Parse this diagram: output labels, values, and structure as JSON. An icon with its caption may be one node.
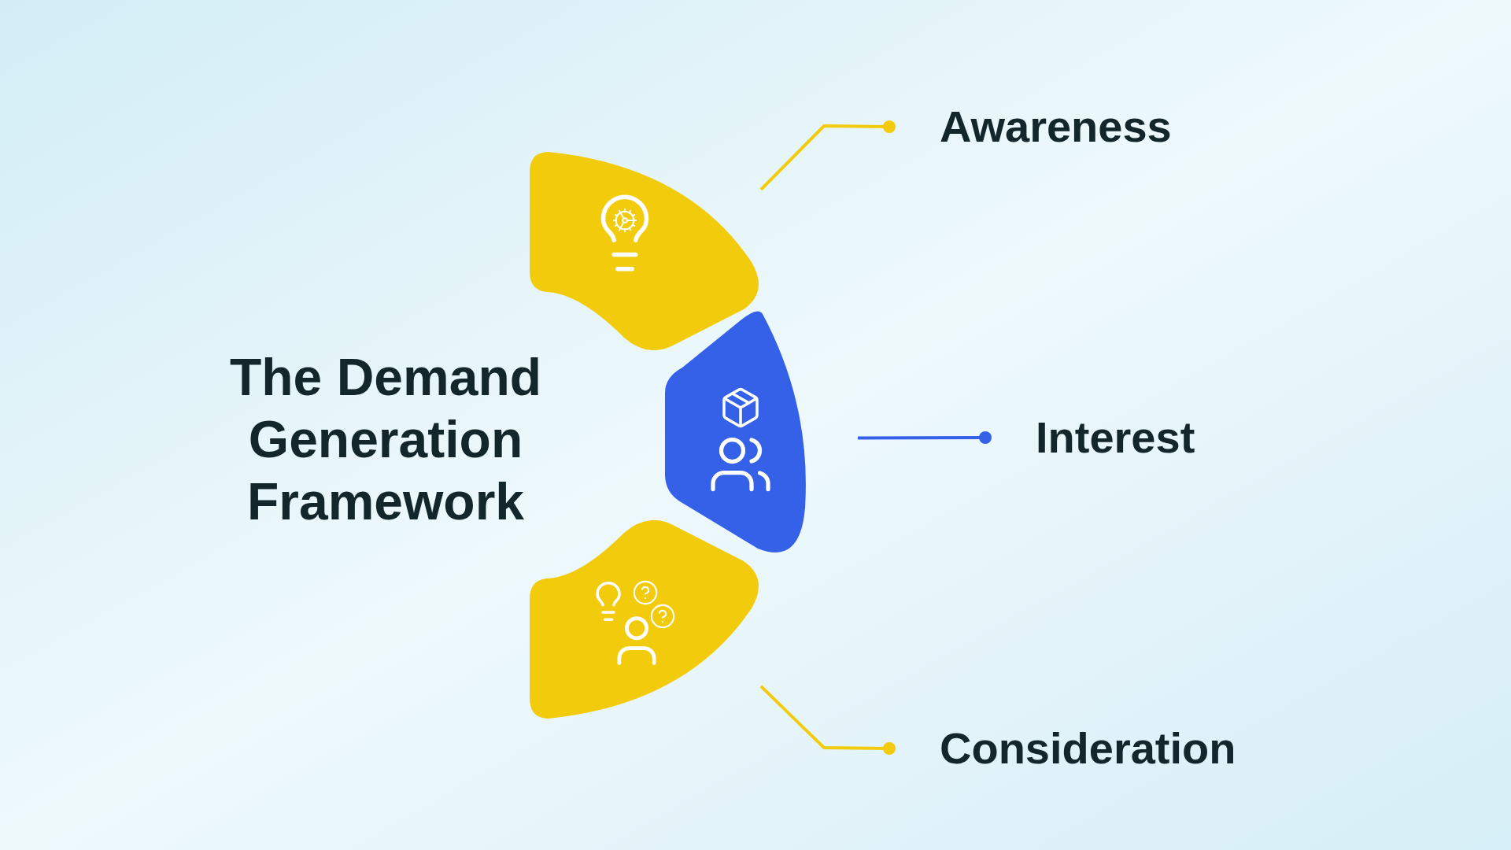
{
  "diagram": {
    "title": "The Demand Generation Framework",
    "nodes": [
      {
        "text": [],
        "shape": "box"
      },
      {
        "text": [],
        "shape": "box"
      },
      {
        "text": [],
        "shape": "box"
      },
      {
        "text": [
          "Awareness"
        ]
      },
      {
        "text": [
          "Interest"
        ]
      },
      {
        "text": [
          "Consideration"
        ]
      }
    ],
    "edges": [
      {
        "from": 0,
        "to": 3,
        "arrow": "other"
      },
      {
        "from": 1,
        "to": 4,
        "arrow": "other",
        "color": "#3560e8"
      },
      {
        "from": 2,
        "to": 5,
        "arrow": "other"
      }
    ]
  }
}
